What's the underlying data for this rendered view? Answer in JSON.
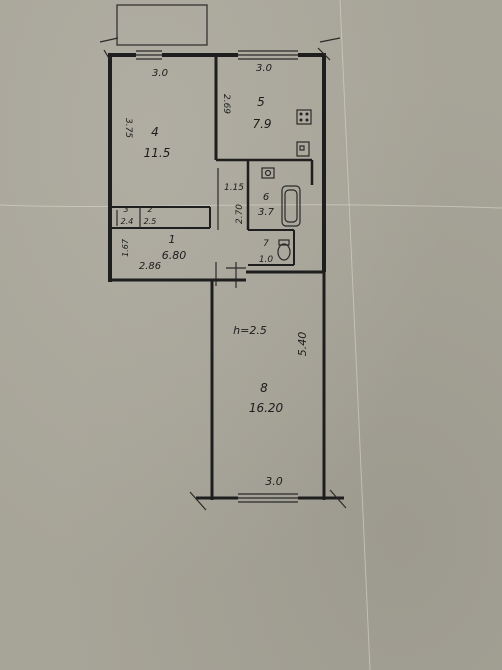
{
  "rooms": [
    {
      "number": "1",
      "area": "6.80"
    },
    {
      "number": "2",
      "area": "2.5"
    },
    {
      "number": "3",
      "area": "2.4"
    },
    {
      "number": "4",
      "area": "11.5"
    },
    {
      "number": "5",
      "area": "7.9"
    },
    {
      "number": "6",
      "area": "3.7"
    },
    {
      "number": "7",
      "area": "1.0"
    },
    {
      "number": "8",
      "area": "16.20"
    }
  ],
  "dimensions": {
    "room4_width": "3.0",
    "room4_length": "3.75",
    "room5_width": "3.0",
    "room5_length": "2.69",
    "hall_width": "2.86",
    "hall_length": "1.67",
    "kitchen_link": "1.15",
    "bath_length": "2.70",
    "room8_width": "3.0",
    "room8_length": "5.40"
  },
  "annotations": {
    "ceiling_height": "h=2.5"
  }
}
